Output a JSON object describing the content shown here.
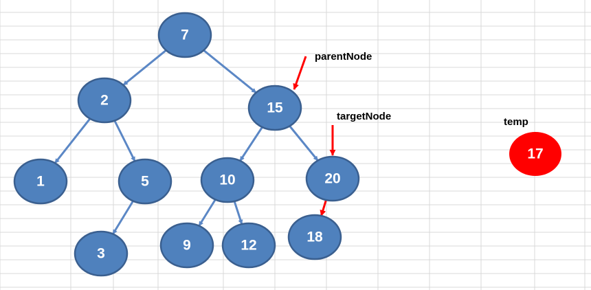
{
  "colors": {
    "node_fill": "#4F81BD",
    "node_stroke": "#3A5F8F",
    "edge": "#5B87C5",
    "pointer": "#FF0000",
    "temp_fill": "#FF0000",
    "grid": "#D9D9D9"
  },
  "tree": {
    "nodes": [
      {
        "id": "n7",
        "value": "7"
      },
      {
        "id": "n2",
        "value": "2"
      },
      {
        "id": "n15",
        "value": "15"
      },
      {
        "id": "n1",
        "value": "1"
      },
      {
        "id": "n5",
        "value": "5"
      },
      {
        "id": "n10",
        "value": "10"
      },
      {
        "id": "n20",
        "value": "20"
      },
      {
        "id": "n3",
        "value": "3"
      },
      {
        "id": "n9",
        "value": "9"
      },
      {
        "id": "n12",
        "value": "12"
      },
      {
        "id": "n18",
        "value": "18"
      }
    ],
    "edges": [
      {
        "from": "n7",
        "to": "n2"
      },
      {
        "from": "n7",
        "to": "n15"
      },
      {
        "from": "n2",
        "to": "n1"
      },
      {
        "from": "n2",
        "to": "n5"
      },
      {
        "from": "n5",
        "to": "n3"
      },
      {
        "from": "n15",
        "to": "n10"
      },
      {
        "from": "n15",
        "to": "n20"
      },
      {
        "from": "n10",
        "to": "n9"
      },
      {
        "from": "n10",
        "to": "n12"
      },
      {
        "from": "n20",
        "to": "n18",
        "highlight": true
      }
    ]
  },
  "annotations": {
    "parent_label": "parentNode",
    "parent_target": "n15",
    "target_label": "targetNode",
    "target_target": "n20",
    "temp_label": "temp",
    "temp_value": "17"
  }
}
